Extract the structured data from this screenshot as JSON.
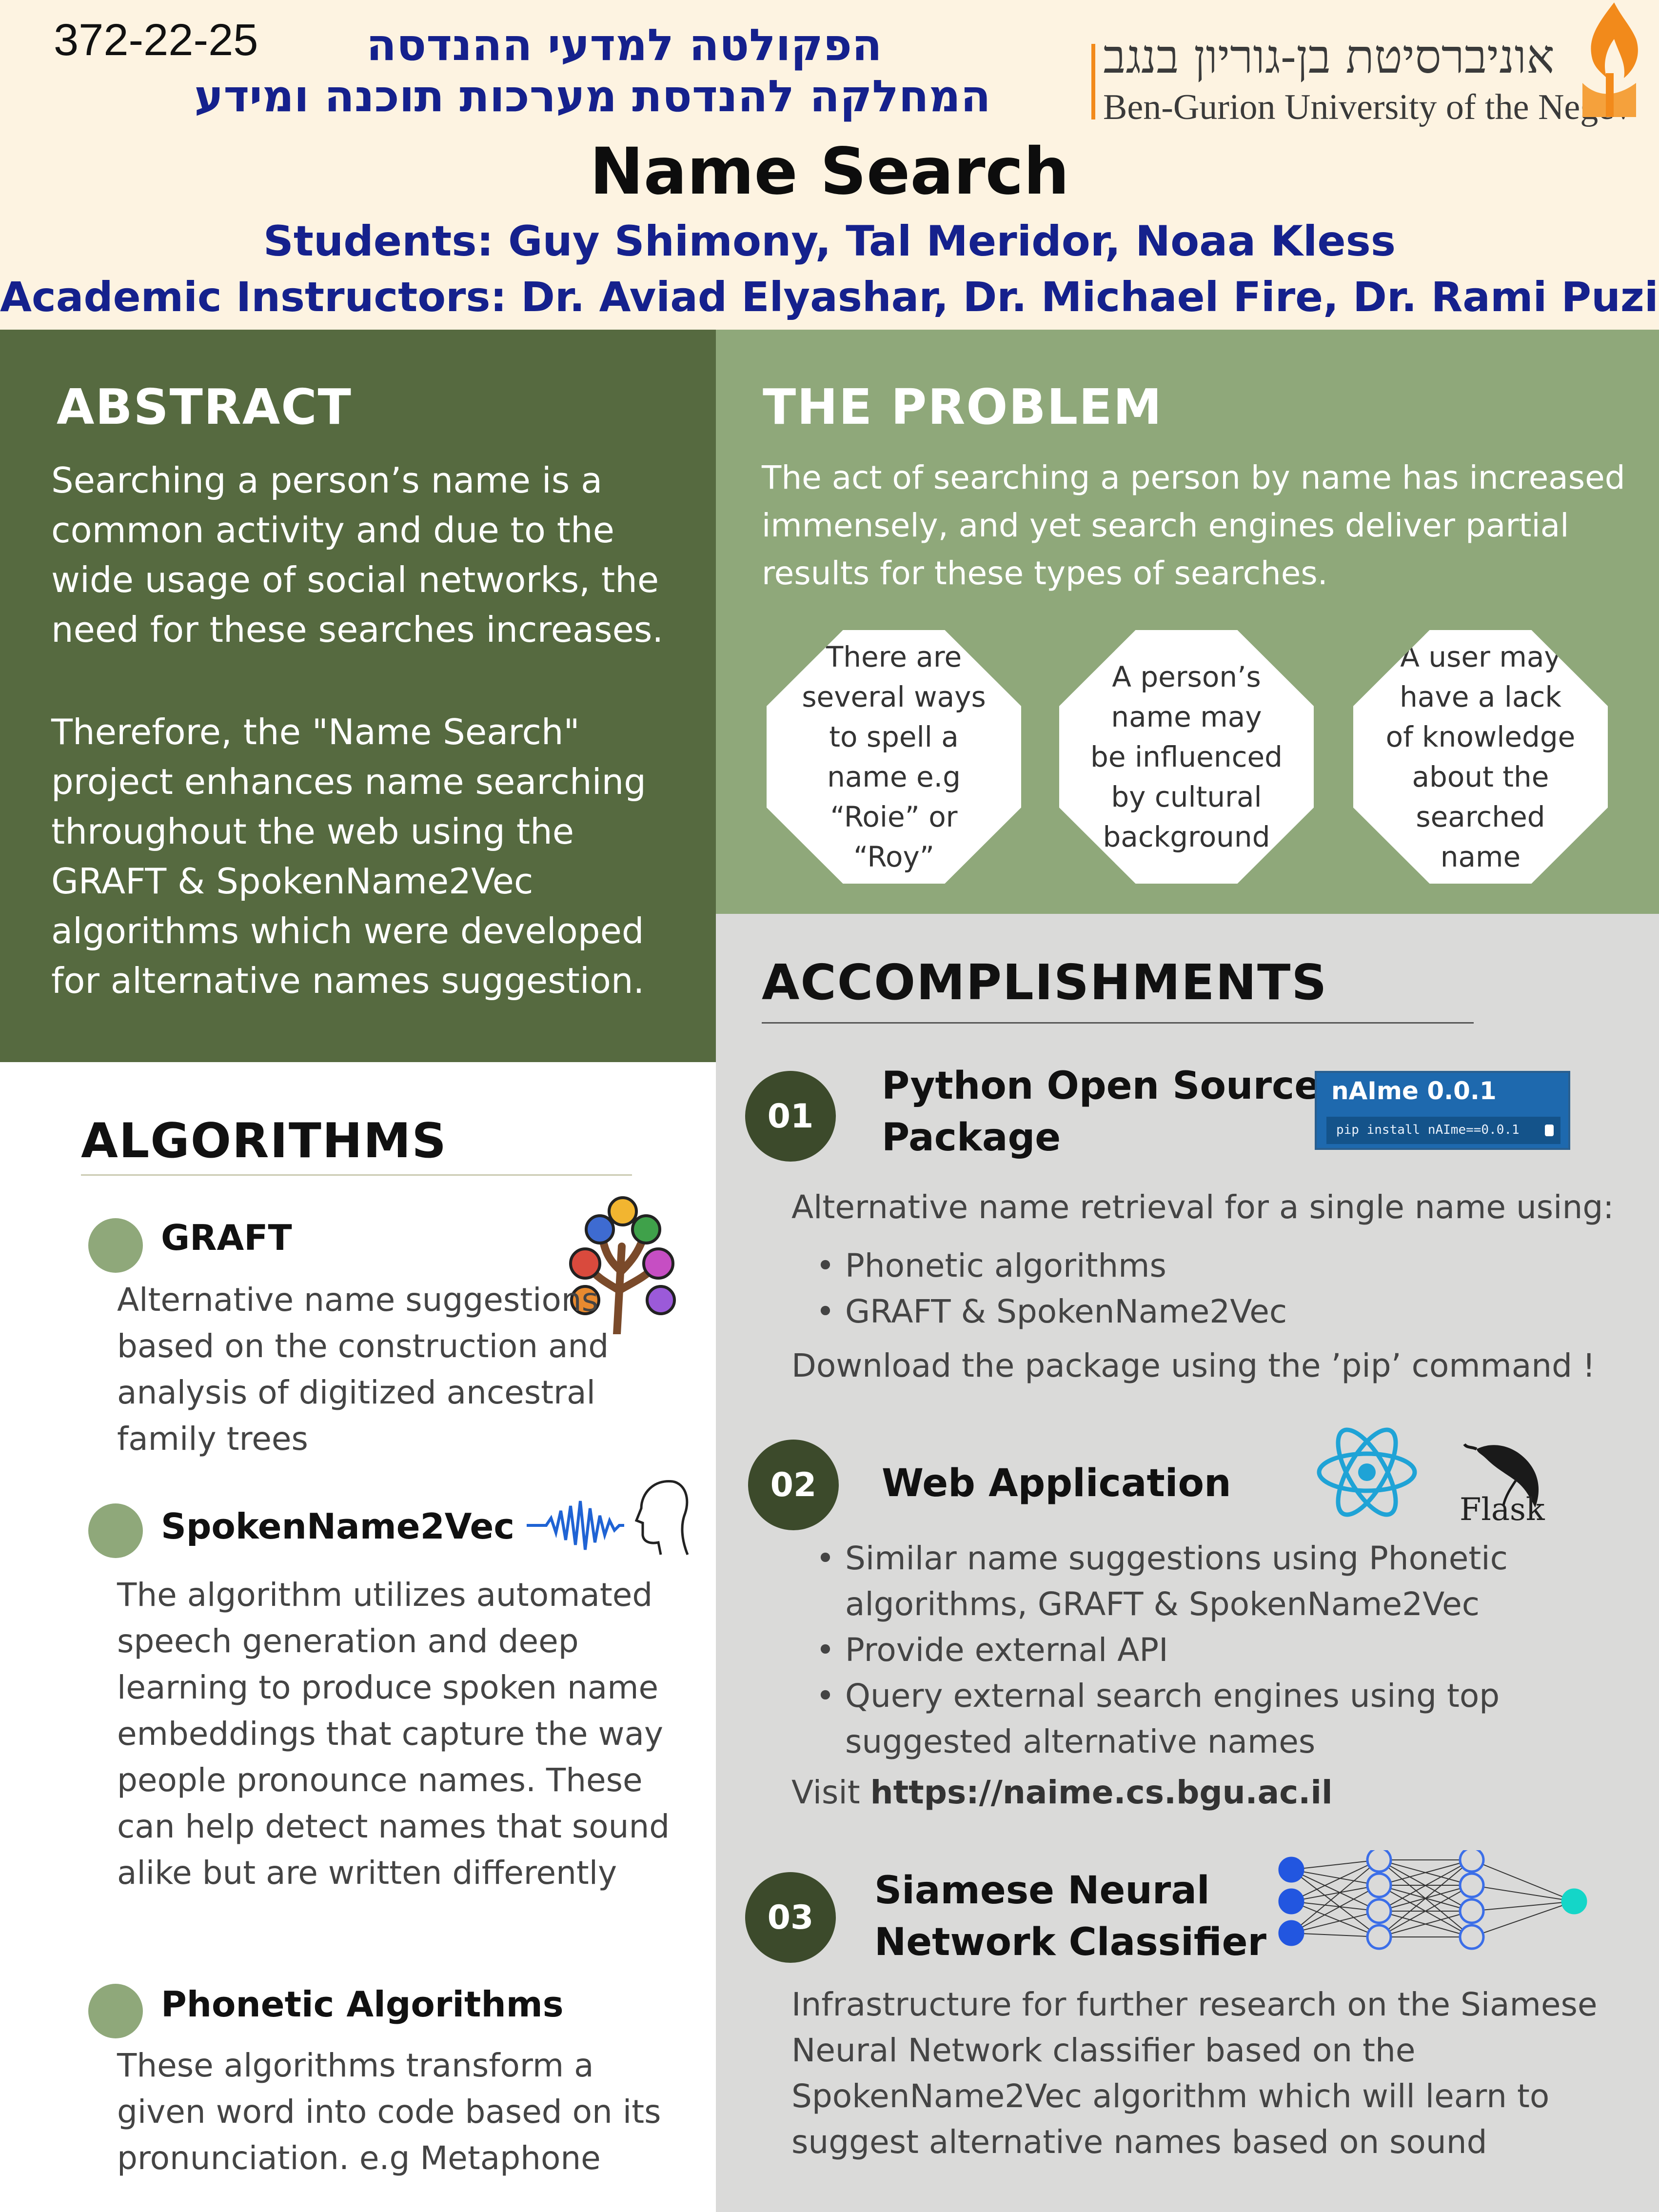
{
  "header": {
    "poster_id": "372-22-25",
    "faculty_he": "הפקולטה למדעי ההנדסה",
    "department_he": "המחלקה להנדסת מערכות תוכנה ומידע",
    "university_he": "אוניברסיטת בן-גוריון בנגב",
    "university_en": "Ben-Gurion University of the Negev",
    "title": "Name Search",
    "students": "Students: Guy Shimony, Tal Meridor, Noaa Kless",
    "instructors": "Academic Instructors: Dr. Aviad Elyashar, Dr. Michael Fire, Dr. Rami Puzis"
  },
  "abstract": {
    "title": "ABSTRACT",
    "paragraph1": "Searching a person’s name is a common activity and due to the wide usage of social networks, the need for these searches increases.",
    "paragraph2": "Therefore, the \"Name Search\" project enhances name searching throughout the web using the GRAFT & SpokenName2Vec algorithms which were developed for alternative names suggestion."
  },
  "problem": {
    "title": "THE PROBLEM",
    "text": "The act of searching a person by name has increased immensely, and yet search engines deliver partial results for these types of searches.",
    "points": [
      "There are several ways to spell a name e.g “Roie” or “Roy”",
      "A person’s name may be influenced by cultural background",
      "A user may have a lack of knowledge about the searched name"
    ]
  },
  "accomplishments": {
    "title": "ACCOMPLISHMENTS",
    "items": [
      {
        "number": "01",
        "title": "Python Open Source Package",
        "intro": "Alternative name retrieval for a single name using:",
        "bullets": [
          "Phonetic algorithms",
          "GRAFT & SpokenName2Vec"
        ],
        "footer": "Download the package using the ’pip’ command !",
        "badge_title": "nAIme 0.0.1",
        "badge_command": "pip install nAIme==0.0.1"
      },
      {
        "number": "02",
        "title": "Web Application",
        "bullets": [
          "Similar name suggestions using Phonetic algorithms, GRAFT & SpokenName2Vec",
          "Provide external API",
          "Query external search engines using top suggested alternative names"
        ],
        "visit_label": "Visit",
        "url": "https://naime.cs.bgu.ac.il",
        "logo_label": "Flask"
      },
      {
        "number": "03",
        "title": "Siamese Neural Network Classifier",
        "text": "Infrastructure for further research on the Siamese Neural Network classifier based on the SpokenName2Vec algorithm which will learn to suggest alternative names based on sound"
      }
    ]
  },
  "algorithms": {
    "title": "ALGORITHMS",
    "items": [
      {
        "name": "GRAFT",
        "text": "Alternative name suggestions based on the construction and analysis of digitized ancestral family trees",
        "icon": "family-tree-icon"
      },
      {
        "name": "SpokenName2Vec",
        "text": "The algorithm utilizes automated speech generation and deep learning to produce spoken name embeddings that capture the way people pronounce names. These can help detect names that sound alike but are written differently",
        "icon": "speech-wave-icon"
      },
      {
        "name": "Phonetic Algorithms",
        "text": "These algorithms transform a given word into code based on its pronunciation. e.g Metaphone"
      }
    ]
  },
  "colors": {
    "header_bg": "#fdf3e1",
    "navy": "#15218d",
    "dark_green": "#566a40",
    "sage": "#8fa87a",
    "grey_panel": "#dadad9",
    "badge_blue": "#1e69ae",
    "bgu_orange": "#f28a1b"
  }
}
